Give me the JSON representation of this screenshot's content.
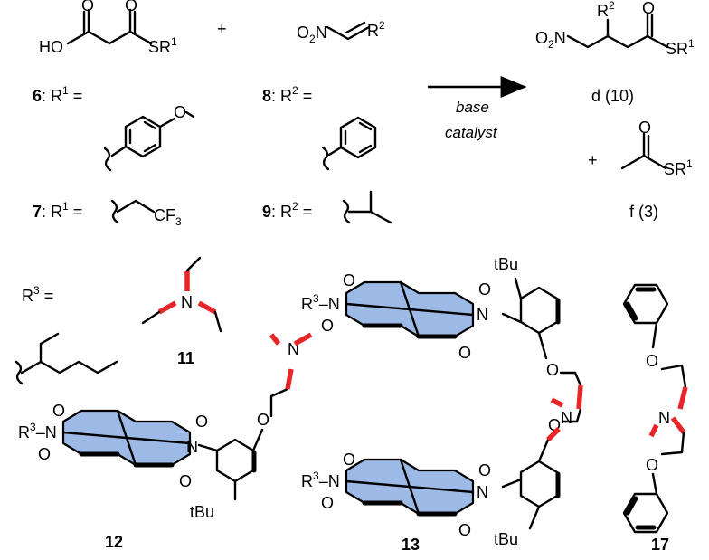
{
  "scheme": {
    "reactant_atoms": {
      "ho": "HO",
      "sr1": "SR",
      "o2n": "O",
      "r2": "R"
    },
    "plus": "+",
    "arrow_text": [
      "base",
      "catalyst"
    ],
    "product_10": "d (10)",
    "product_3": "f (3)"
  },
  "definitions": {
    "c6": "6",
    "c6_label": ": R",
    "c7": "7",
    "c8": "8",
    "c9": "9",
    "r3": "R",
    "cf3": "CF"
  },
  "compounds": {
    "c11": "11",
    "c12": "12",
    "c13": "13",
    "c17": "17",
    "tbu": "tBu",
    "n": "N",
    "o": "O"
  },
  "colors": {
    "highlight_red": "#e8262a",
    "ndi_blue": "#9db9e6"
  }
}
